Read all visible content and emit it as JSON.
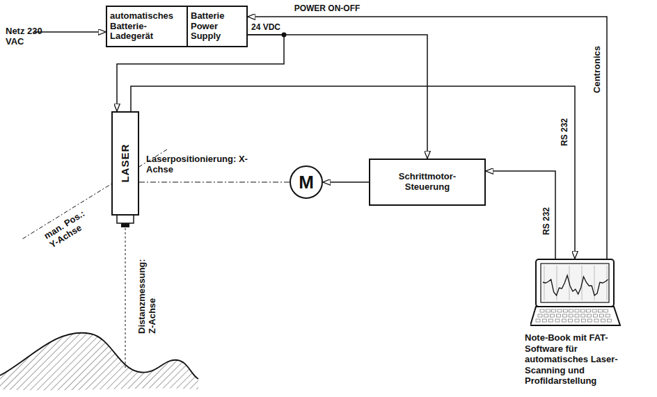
{
  "diagram": {
    "nodes": [
      {
        "text": [
          "automatisches Batterie- Ladegerät"
        ]
      },
      {
        "text": [
          "Batterie Power Supply"
        ]
      },
      {
        "text": [
          "LASER"
        ]
      },
      {
        "text": [
          "M"
        ]
      },
      {
        "text": [
          "Schrittmotor- Steuerung"
        ]
      },
      {
        "text": [
          "Note-Book mit FAT-Software für automatisches Laser-Scanning und Profildarstellung"
        ]
      }
    ],
    "edges": [
      {
        "from": 1,
        "to": 2,
        "arrow": "to",
        "label": "24 VDC"
      },
      {
        "from": 1,
        "to": 4,
        "arrow": "to"
      },
      {
        "from": 5,
        "to": 1,
        "arrow": "to",
        "label": "POWER ON-OFF"
      },
      {
        "from": 2,
        "to": 5,
        "arrow": "to",
        "label": "RS 232"
      },
      {
        "from": 5,
        "to": 4,
        "arrow": "to",
        "label": "RS 232"
      },
      {
        "from": 4,
        "to": 3,
        "arrow": "to"
      },
      {
        "from": 3,
        "to": 2,
        "arrow": "none",
        "label": "Laserpositionierung: X-Achse"
      }
    ],
    "labels": [
      "Netz 230 VAC",
      "Centronics",
      "man. Pos.: Y-Achse",
      "Distanzmessung: Z-Achse"
    ]
  }
}
